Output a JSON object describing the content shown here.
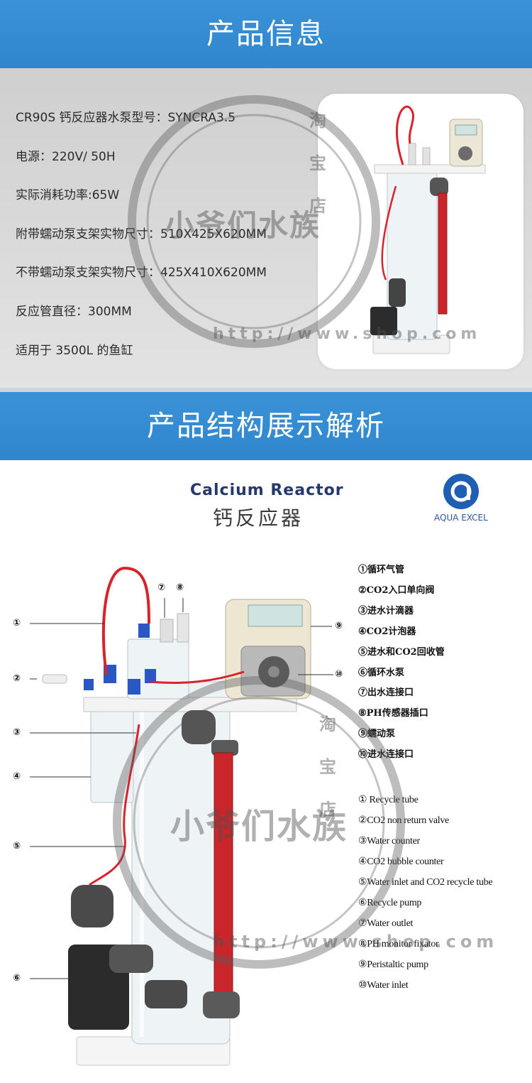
{
  "section1": {
    "title": "产品信息"
  },
  "specs": [
    "CR90S 钙反应器水泵型号：SYNCRA3.5",
    "电源：220V/ 50H",
    "实际消耗功率:65W",
    "附带蠕动泵支架实物尺寸：510X425X620MM",
    "不带蠕动泵支架实物尺寸：425X410X620MM",
    "反应管直径：300MM",
    "适用于 3500L 的鱼缸"
  ],
  "section2": {
    "title": "产品结构展示解析"
  },
  "brand": {
    "en": "Calcium Reactor",
    "cn": "钙反应器",
    "logo": "AQUA EXCEL"
  },
  "callouts": [
    "①",
    "②",
    "③",
    "④",
    "⑤",
    "⑥",
    "⑦",
    "⑧",
    "⑨",
    "⑩"
  ],
  "legend_cn": [
    "①循环气管",
    "②CO2入口单向阀",
    "③进水计滴器",
    "④CO2计泡器",
    "⑤进水和CO2回收管",
    "⑥循环水泵",
    "⑦出水连接口",
    "⑧PH传感器插口",
    "⑨蠕动泵",
    "⑩进水连接口"
  ],
  "legend_en": [
    "① Recycle tube",
    "②CO2 non return valve",
    "③Water counter",
    "④CO2 bubble counter",
    "⑤Water inlet and CO2 recycle tube",
    "⑥Recycle pump",
    "⑦Water outlet",
    "⑧PH monitor fixator",
    "⑨Peristaltic pump",
    "⑩Water inlet"
  ],
  "watermark": {
    "name": "小爷们水族",
    "url": "http://www.shop.com",
    "store": "淘宝店"
  },
  "colors": {
    "banner": "#3088d0",
    "tube": "#d8232a"
  }
}
